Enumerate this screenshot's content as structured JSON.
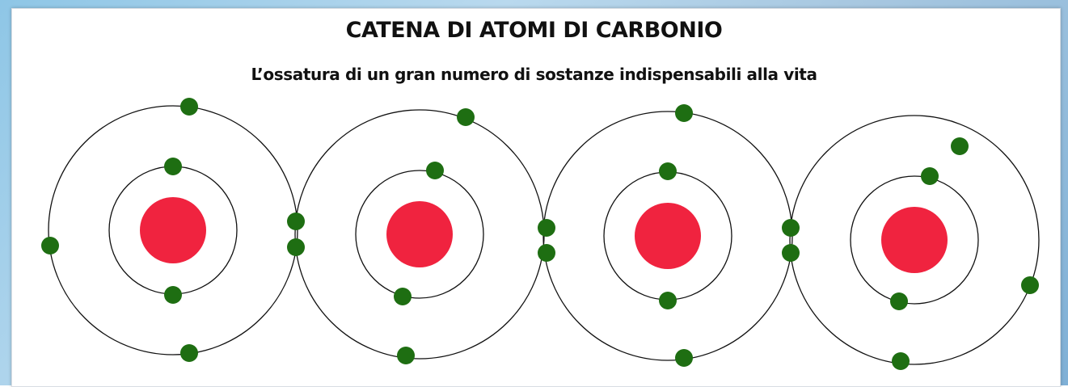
{
  "diagram": {
    "title": "CATENA DI ATOMI DI CARBONIO",
    "subtitle": "L’ossatura di un gran numero di sostanze indispensabili alla vita",
    "atom_count": 4,
    "colors": {
      "nucleus": "#f0233f",
      "electron": "#1e6e12",
      "orbit": "#111111",
      "background": "#ffffff"
    }
  }
}
